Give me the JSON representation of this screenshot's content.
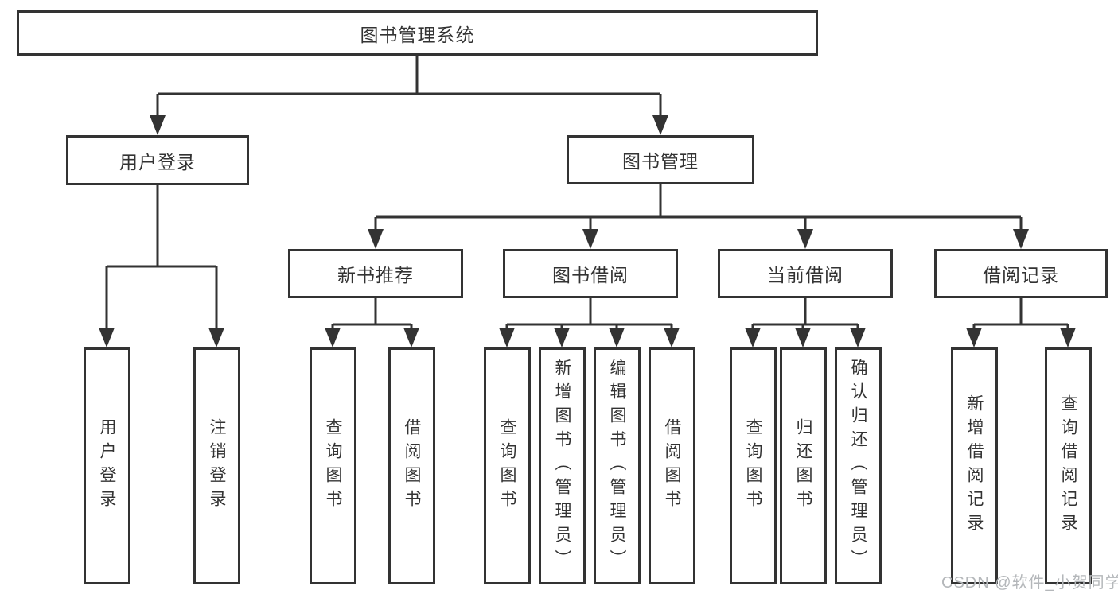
{
  "nodes": {
    "root": {
      "label": "图书管理系统"
    },
    "user_login": {
      "label": "用户登录",
      "children": {
        "login": {
          "label": "用户登录"
        },
        "logout": {
          "label": "注销登录"
        }
      }
    },
    "book_mgmt": {
      "label": "图书管理",
      "children": {
        "new_book_rec": {
          "label": "新书推荐",
          "children": {
            "search_book": {
              "label": "查询图书"
            },
            "borrow_book": {
              "label": "借阅图书"
            }
          }
        },
        "book_borrow": {
          "label": "图书借阅",
          "children": {
            "search_book": {
              "label": "查询图书"
            },
            "add_book": {
              "label": "新增图书（管理员）"
            },
            "edit_book": {
              "label": "编辑图书（管理员）"
            },
            "borrow_book": {
              "label": "借阅图书"
            }
          }
        },
        "current_borrow": {
          "label": "当前借阅",
          "children": {
            "search_book": {
              "label": "查询图书"
            },
            "return_book": {
              "label": "归还图书"
            },
            "confirm_return": {
              "label": "确认归还（管理员）"
            }
          }
        },
        "borrow_records": {
          "label": "借阅记录",
          "children": {
            "add_record": {
              "label": "新增借阅记录"
            },
            "search_record": {
              "label": "查询借阅记录"
            }
          }
        }
      }
    }
  },
  "watermark": {
    "text": "CSDN @软件_小贺同学"
  },
  "colors": {
    "line": "#333333",
    "text": "#333333",
    "background": "#ffffff",
    "watermark": "#b4b7ba"
  }
}
